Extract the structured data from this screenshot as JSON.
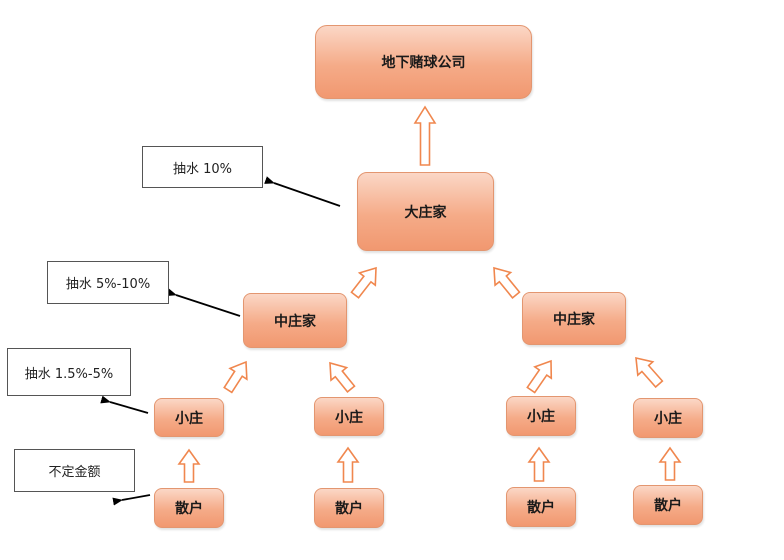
{
  "nodes": {
    "top": "地下赌球公司",
    "big": "大庄家",
    "mid_left": "中庄家",
    "mid_right": "中庄家",
    "small_1": "小庄",
    "small_2": "小庄",
    "small_3": "小庄",
    "small_4": "小庄",
    "retail_1": "散户",
    "retail_2": "散户",
    "retail_3": "散户",
    "retail_4": "散户"
  },
  "notes": {
    "big": "抽水 10%",
    "mid": "抽水 5%-10%",
    "small": "抽水 1.5%-5%",
    "retail": "不定金额"
  },
  "colors": {
    "node_fill_light": "#fbd7c6",
    "node_fill_dark": "#f19870",
    "node_border": "#e39670",
    "arrow_outline": "#f0874e",
    "pointer_line": "#000000"
  }
}
